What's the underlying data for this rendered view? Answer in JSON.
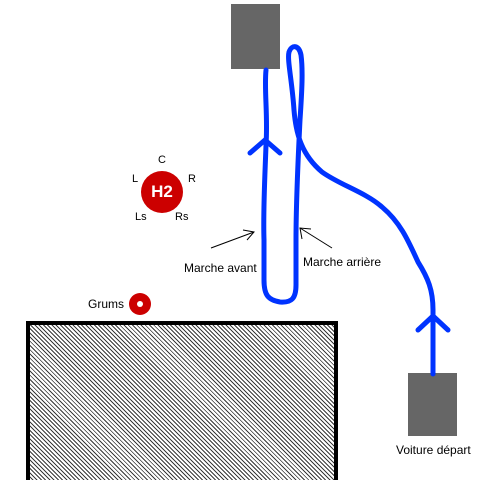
{
  "colors": {
    "path": "#0033ff",
    "vehicle": "#666666",
    "speaker": "#cc0000",
    "outline": "#000000"
  },
  "speaker": {
    "name": "H2",
    "channels": {
      "center": "C",
      "left": "L",
      "right": "R",
      "left_surround": "Ls",
      "right_surround": "Rs"
    }
  },
  "labels": {
    "marche_avant": "Marche avant",
    "marche_arriere": "Marche arrière",
    "grums": "Grums",
    "voiture_depart": "Voiture départ"
  }
}
